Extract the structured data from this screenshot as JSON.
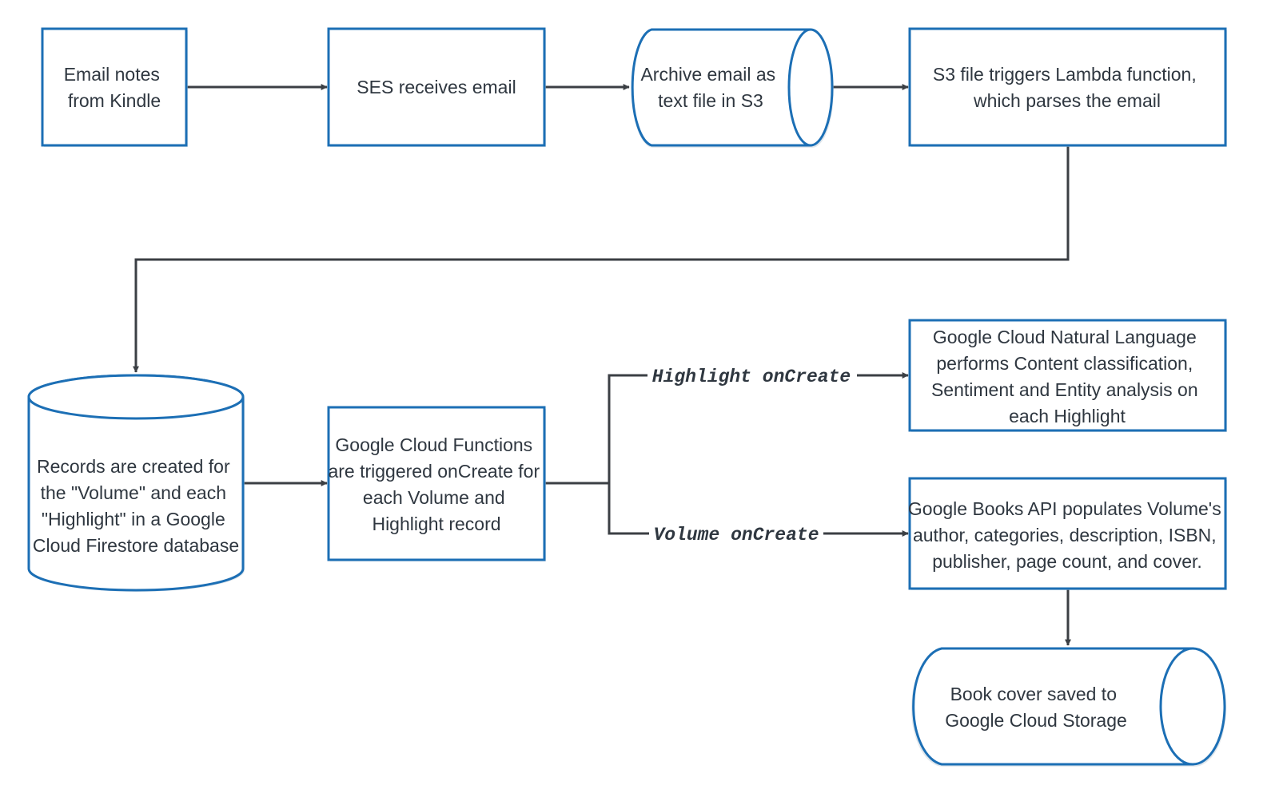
{
  "diagram": {
    "nodes": {
      "email_notes": {
        "lines": [
          "Email notes",
          "from Kindle"
        ]
      },
      "ses": {
        "lines": [
          "SES receives email"
        ]
      },
      "archive": {
        "lines": [
          "Archive email as",
          "text file in S3"
        ]
      },
      "lambda": {
        "lines": [
          "S3 file triggers Lambda function,",
          "which parses the email"
        ]
      },
      "records": {
        "lines": [
          "Records are created for",
          "the \"Volume\" and each",
          "\"Highlight\" in a Google",
          "Cloud Firestore database"
        ]
      },
      "functions": {
        "lines": [
          "Google Cloud Functions",
          "are triggered onCreate for",
          "each Volume and",
          "Highlight record"
        ]
      },
      "nlp": {
        "lines": [
          "Google Cloud Natural Language",
          "performs Content classification,",
          "Sentiment and Entity analysis on",
          "each Highlight"
        ]
      },
      "books_api": {
        "lines": [
          "Google Books API populates Volume's",
          "author, categories, description, ISBN,",
          "publisher, page count, and cover."
        ]
      },
      "storage": {
        "lines": [
          "Book cover saved to",
          "Google Cloud Storage"
        ]
      }
    },
    "edge_labels": {
      "highlight": "Highlight onCreate",
      "volume": "Volume onCreate"
    },
    "colors": {
      "node_stroke": "#1c6fb5",
      "edge": "#3b3f44",
      "text": "#2f3740"
    }
  }
}
